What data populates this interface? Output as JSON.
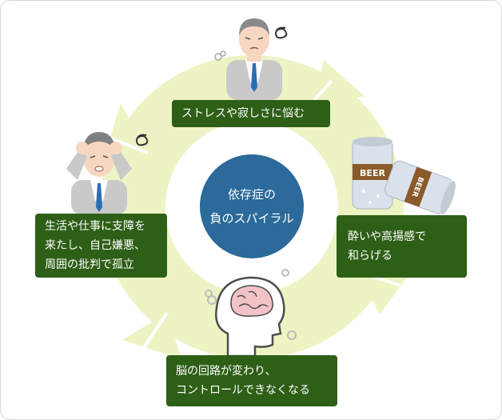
{
  "center": {
    "line1": "依存症の",
    "line2": "負のスパイラル"
  },
  "steps": [
    {
      "lines": [
        "ストレスや寂しさに悩む"
      ]
    },
    {
      "lines": [
        "酔いや高揚感で",
        "和らげる"
      ]
    },
    {
      "lines": [
        "脳の回路が変わり、",
        "コントロールできなくなる"
      ]
    },
    {
      "lines": [
        "生活や仕事に支障を",
        "来たし、自己嫌悪、",
        "周囲の批判で孤立"
      ]
    }
  ],
  "cans": {
    "label1": "BEER",
    "label2": "BEER"
  },
  "colors": {
    "ring": "#eef3c4",
    "box": "#2e5f17",
    "center": "#2b6a9a"
  }
}
